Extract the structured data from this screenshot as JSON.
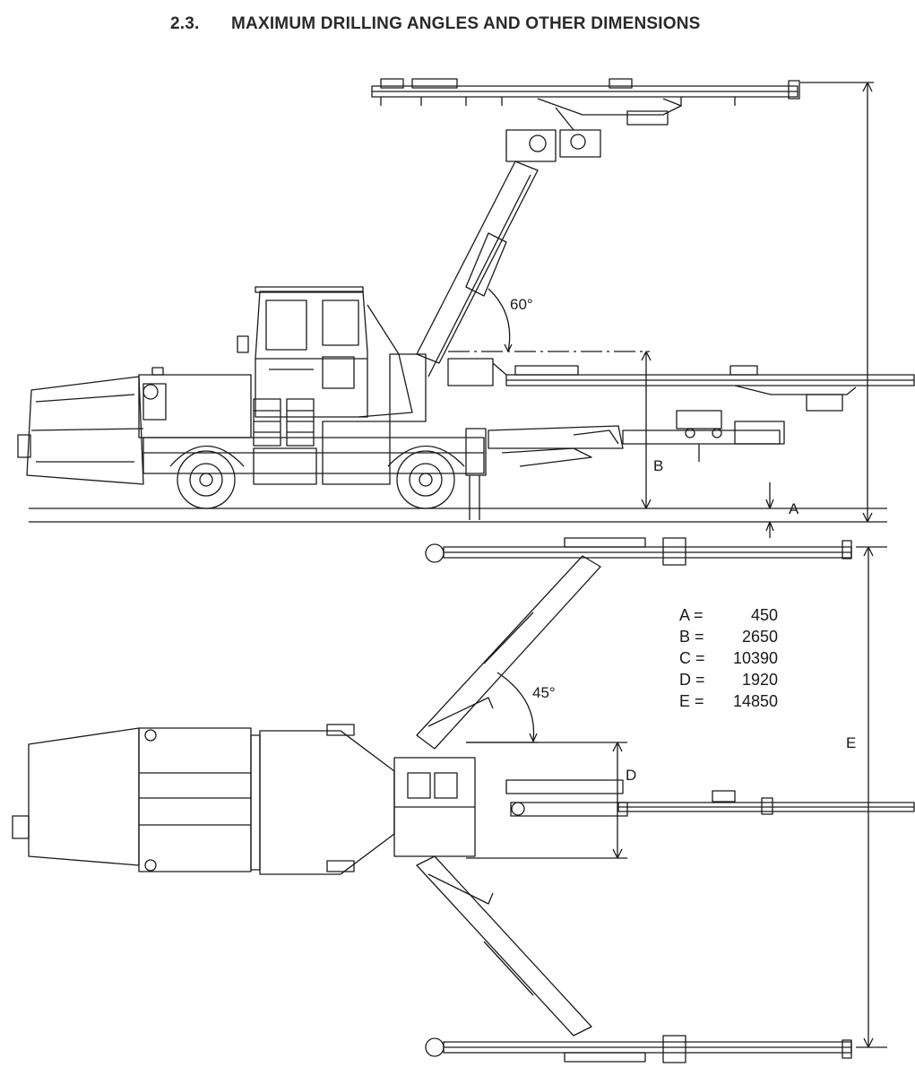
{
  "heading": {
    "number": "2.3.",
    "title": "MAXIMUM DRILLING ANGLES AND OTHER DIMENSIONS"
  },
  "side_view": {
    "angle_label": "60°",
    "dim_labels": {
      "A": "A",
      "B": "B"
    }
  },
  "top_view": {
    "angle_label": "45°",
    "dim_labels": {
      "D": "D",
      "E": "E"
    }
  },
  "dimensions": [
    {
      "key": "A =",
      "value": "450"
    },
    {
      "key": "B =",
      "value": "2650"
    },
    {
      "key": "C =",
      "value": "10390"
    },
    {
      "key": "D =",
      "value": "1920"
    },
    {
      "key": "E =",
      "value": "14850"
    }
  ],
  "colors": {
    "line": "#1a1a1a",
    "paper": "#ffffff"
  }
}
